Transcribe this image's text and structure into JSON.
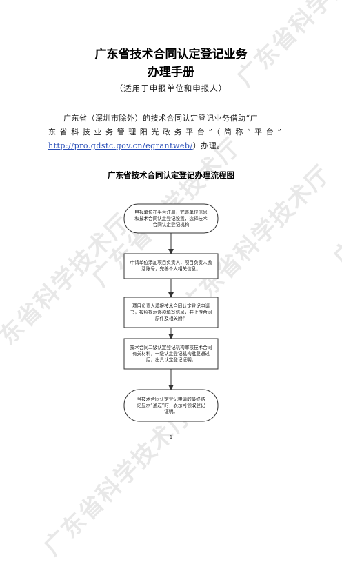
{
  "watermark": {
    "text": "广东省科学技术厅"
  },
  "header": {
    "title_line1": "广东省技术合同认定登记业务",
    "title_line2": "办理手册",
    "subtitle": "（适用于申报单位和申报人）"
  },
  "intro": {
    "line1": "广东省（深圳市除外）的技术合同认定登记业务借助“广",
    "line2": "东省科技业务管理阳光政务平台”（简称“平台”",
    "url": "http://pro.gdstc.gov.cn/egrantweb/",
    "line3_suffix": "）办理。"
  },
  "flowchart": {
    "title": "广东省技术合同认定登记办理流程图",
    "steps": [
      {
        "text": "申报单位在平台注册，完善单位信息和技术合同认定登记设置，选择技术合同认定登记机构"
      },
      {
        "text": "申请单位添加项目负责人，项目负责人激活账号，完善个人相关信息。"
      },
      {
        "text": "项目负责人填报技术合同认定登记申请书，按照提示逐项填写信息，并上传合同原件及相关附件"
      },
      {
        "text": "技术合同二级认定登记机构审核技术合同有关材料，一级认定登记机构批复通过后，出具认定登记证明。"
      },
      {
        "text": "当技术合同认定登记申请的最终结论显示“通过”时，表示可领取登记证明。"
      }
    ]
  },
  "footer": {
    "page_number": "1"
  }
}
